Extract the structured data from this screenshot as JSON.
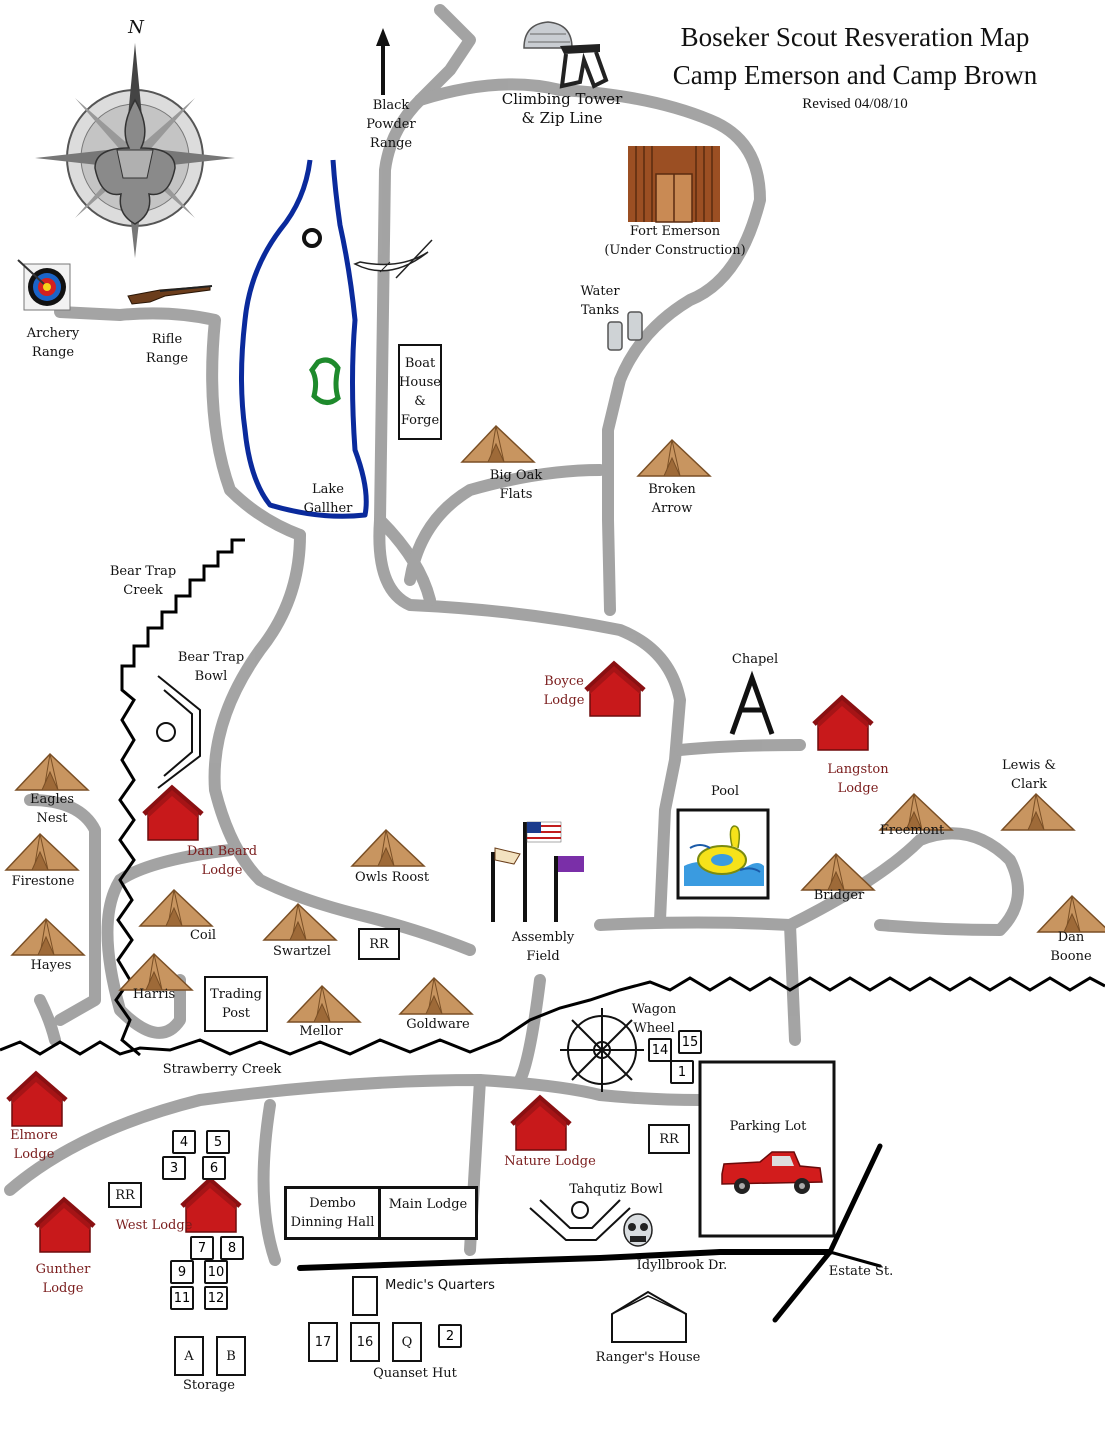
{
  "header": {
    "title_line1": "Boseker Scout Resveration Map",
    "title_line2": "Camp Emerson and Camp Brown",
    "revised": "Revised 04/08/10"
  },
  "compass": {
    "north": "N"
  },
  "places": {
    "black_powder": [
      "Black",
      "Powder",
      "Range"
    ],
    "climbing": [
      "Climbing Tower",
      "& Zip Line"
    ],
    "fort": [
      "Fort Emerson",
      "(Under Construction)"
    ],
    "water_tanks": [
      "Water",
      "Tanks"
    ],
    "archery": [
      "Archery",
      "Range"
    ],
    "rifle": [
      "Rifle",
      "Range"
    ],
    "boat_house": [
      "Boat",
      "House",
      "&",
      "Forge"
    ],
    "lake": [
      "Lake",
      "Gallher"
    ],
    "big_oak": [
      "Big Oak",
      "Flats"
    ],
    "broken_arrow": [
      "Broken",
      "Arrow"
    ],
    "bear_trap_creek": [
      "Bear Trap",
      "Creek"
    ],
    "bear_trap_bowl": [
      "Bear Trap",
      "Bowl"
    ],
    "boyce": [
      "Boyce",
      "Lodge"
    ],
    "chapel": "Chapel",
    "langston": [
      "Langston",
      "Lodge"
    ],
    "lewis_clark": [
      "Lewis &",
      "Clark"
    ],
    "eagles_nest": [
      "Eagles",
      "Nest"
    ],
    "firestone": "Firestone",
    "hayes": "Hayes",
    "dan_beard": [
      "Dan Beard",
      "Lodge"
    ],
    "owls_roost": "Owls Roost",
    "pool": "Pool",
    "freemont": "Freemont",
    "bridger": "Bridger",
    "dan_boone": [
      "Dan",
      "Boone"
    ],
    "coil": "Coil",
    "swartzel": "Swartzel",
    "rr": "RR",
    "assembly": [
      "Assembly",
      "Field"
    ],
    "harris": "Harris",
    "trading_post": [
      "Trading",
      "Post"
    ],
    "mellor": "Mellor",
    "goldware": "Goldware",
    "wagon_wheel": [
      "Wagon",
      "Wheel"
    ],
    "strawberry_creek": "Strawberry Creek",
    "elmore": [
      "Elmore",
      "Lodge"
    ],
    "nature_lodge": "Nature Lodge",
    "parking": "Parking Lot",
    "tahquitz": "Tahqutiz Bowl",
    "west_lodge": "West Lodge",
    "dembo": [
      "Dembo",
      "Dinning Hall"
    ],
    "main_lodge": "Main Lodge",
    "gunther": [
      "Gunther",
      "Lodge"
    ],
    "idyllbrook": "Idyllbrook Dr.",
    "estate": "Estate St.",
    "medics": "Medic's Quarters",
    "rangers": "Ranger's House",
    "quanset": "Quanset Hut",
    "storage": "Storage"
  },
  "cabins": {
    "c1": "1",
    "c2": "2",
    "c3": "3",
    "c4": "4",
    "c5": "5",
    "c6": "6",
    "c7": "7",
    "c8": "8",
    "c9": "9",
    "c10": "10",
    "c11": "11",
    "c12": "12",
    "c14": "14",
    "c15": "15",
    "c16": "16",
    "c17": "17",
    "cq": "Q",
    "ca": "A",
    "cb": "B"
  },
  "colors": {
    "trail": "#9a9a9a",
    "lake_outline": "#0a2a9c",
    "island": "#1e8a2c",
    "tent": "#c89560",
    "lodge_red": "#c8191b",
    "lodge_label": "#7a1c1c",
    "creek": "#000000"
  },
  "icons": {
    "compass": "compass-rose-icon",
    "tent": "tent-icon",
    "lodge": "lodge-icon",
    "target": "archery-target-icon",
    "rifle": "rifle-icon",
    "canoe": "canoe-icon",
    "helmet": "climbing-helmet-icon",
    "fort": "fort-gate-icon",
    "tanks": "water-tank-icon",
    "chapel": "chapel-a-frame-icon",
    "pool": "pool-float-icon",
    "flags": "flagpole-icon",
    "wheel": "wagon-wheel-icon",
    "truck": "red-pickup-icon",
    "cross": "red-cross-icon",
    "skull": "tahquitz-mask-icon"
  }
}
